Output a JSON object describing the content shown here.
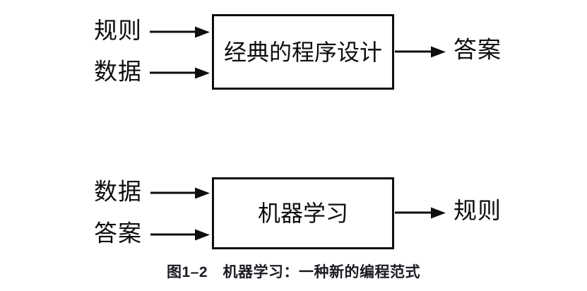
{
  "figure": {
    "caption": "图1–2　机器学习：一种新的编程范式",
    "colors": {
      "background": "#ffffff",
      "stroke": "#0e0e0e",
      "caption_text": "#1b1b23"
    },
    "flows": [
      {
        "name": "classical-programming",
        "inputs": [
          "规则",
          "数据"
        ],
        "process": "经典的程序设计",
        "output": "答案"
      },
      {
        "name": "machine-learning",
        "inputs": [
          "数据",
          "答案"
        ],
        "process": "机器学习",
        "output": "规则"
      }
    ]
  }
}
